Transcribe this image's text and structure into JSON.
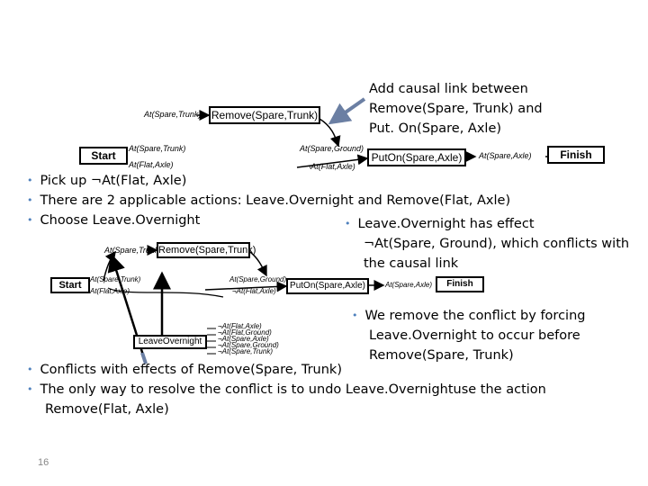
{
  "callout": {
    "line1": "Add causal link between",
    "line2": "Remove(Spare, Trunk) and",
    "line3": "Put. On(Spare, Axle)"
  },
  "diagram1": {
    "remove_pre": "At(Spare,Trunk)",
    "remove_label": "Remove(Spare,Trunk)",
    "start_label": "Start",
    "start_eff1": "At(Spare,Trunk)",
    "start_eff2": "At(Flat,Axle)",
    "puton_pre1": "At(Spare,Ground)",
    "puton_pre2": "¬At(Flat,Axle)",
    "puton_label": "PutOn(Spare,Axle)",
    "finish_pre": "At(Spare,Axle)",
    "finish_label": "Finish"
  },
  "bullets_top": [
    "Pick up ¬At(Flat, Axle)",
    "There are 2 applicable actions: Leave.Overnight and Remove(Flat, Axle)",
    "Choose Leave.Overnight"
  ],
  "bullet_right1": {
    "line1": "Leave.Overnight has effect",
    "line2": "¬At(Spare, Ground), which conflicts with",
    "line3": "the causal link"
  },
  "diagram2": {
    "remove_pre": "At(Spare,Trunk)",
    "remove_label": "Remove(Spare,Trunk)",
    "start_label": "Start",
    "start_eff1": "At(Spare,Trunk)",
    "start_eff2": "At(Flat,Axle)",
    "puton_pre1": "At(Spare,Ground)",
    "puton_pre2": "¬At(Flat,Axle)",
    "puton_label": "PutOn(Spare,Axle)",
    "finish_pre": "At(Spare,Axle)",
    "finish_label": "Finish",
    "leave_label": "LeaveOvernight",
    "leave_effects": [
      "¬At(Flat,Axle)",
      "¬At(Flat,Ground)",
      "¬At(Spare,Axle)",
      "¬At(Spare,Ground)",
      "¬At(Spare,Trunk)"
    ]
  },
  "bullet_right2": {
    "line1": "We remove the conflict by forcing",
    "line2": "Leave.Overnight to occur before",
    "line3": "Remove(Spare, Trunk)"
  },
  "bullets_bottom": [
    "Conflicts with effects of Remove(Spare, Trunk)",
    "The only way to resolve the conflict is to undo Leave.Overnightuse the action"
  ],
  "bullets_bottom_cont": "Remove(Flat, Axle)",
  "page_number": "16",
  "colors": {
    "bullet": "#4f81bd",
    "callout_arrow": "#6b7fa3"
  }
}
